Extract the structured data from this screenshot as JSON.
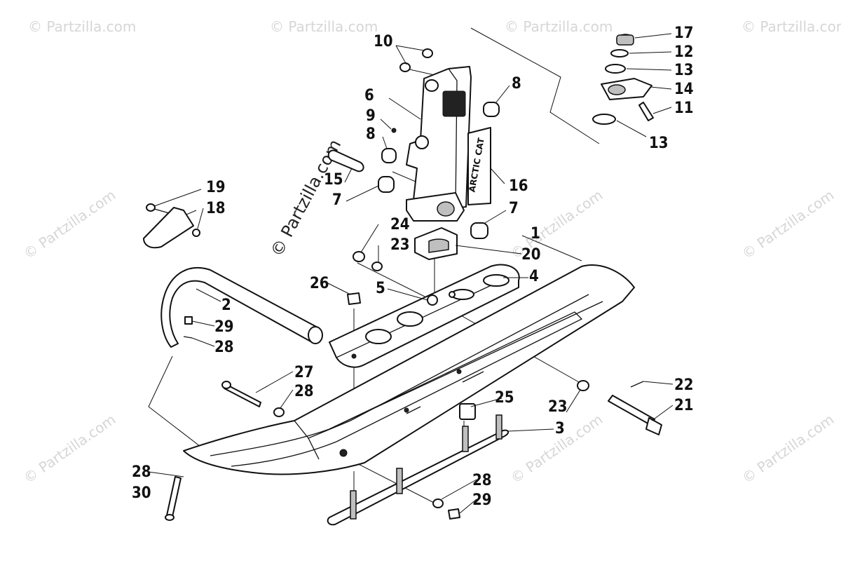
{
  "watermarks": {
    "site": "© Partzilla.com",
    "center": "© Partzilla.com"
  },
  "callouts": [
    {
      "id": "1",
      "text": "1"
    },
    {
      "id": "2",
      "text": "2"
    },
    {
      "id": "3",
      "text": "3"
    },
    {
      "id": "4",
      "text": "4"
    },
    {
      "id": "5",
      "text": "5"
    },
    {
      "id": "6",
      "text": "6"
    },
    {
      "id": "7a",
      "text": "7"
    },
    {
      "id": "7b",
      "text": "7"
    },
    {
      "id": "8a",
      "text": "8"
    },
    {
      "id": "8b",
      "text": "8"
    },
    {
      "id": "9",
      "text": "9"
    },
    {
      "id": "10",
      "text": "10"
    },
    {
      "id": "11",
      "text": "11"
    },
    {
      "id": "12",
      "text": "12"
    },
    {
      "id": "13a",
      "text": "13"
    },
    {
      "id": "13b",
      "text": "13"
    },
    {
      "id": "14",
      "text": "14"
    },
    {
      "id": "15",
      "text": "15"
    },
    {
      "id": "16",
      "text": "16"
    },
    {
      "id": "17",
      "text": "17"
    },
    {
      "id": "18",
      "text": "18"
    },
    {
      "id": "19",
      "text": "19"
    },
    {
      "id": "20",
      "text": "20"
    },
    {
      "id": "21",
      "text": "21"
    },
    {
      "id": "22",
      "text": "22"
    },
    {
      "id": "23a",
      "text": "23"
    },
    {
      "id": "23b",
      "text": "23"
    },
    {
      "id": "24",
      "text": "24"
    },
    {
      "id": "25",
      "text": "25"
    },
    {
      "id": "26",
      "text": "26"
    },
    {
      "id": "27",
      "text": "27"
    },
    {
      "id": "28a",
      "text": "28"
    },
    {
      "id": "28b",
      "text": "28"
    },
    {
      "id": "28c",
      "text": "28"
    },
    {
      "id": "28d",
      "text": "28"
    },
    {
      "id": "29a",
      "text": "29"
    },
    {
      "id": "29b",
      "text": "29"
    },
    {
      "id": "30",
      "text": "30"
    }
  ],
  "decal_text": "ARCTIC CAT"
}
